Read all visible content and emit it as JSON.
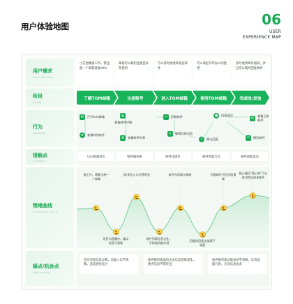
{
  "header": {
    "title": "用户体验地图",
    "page_number": "06",
    "subtitle_line1": "USER",
    "subtitle_line2": "EXPERIENCE MAP"
  },
  "rows": {
    "needs": {
      "label": "用户需求",
      "label_en": "User demand"
    },
    "stages": {
      "label": "阶段",
      "label_en": "Stage"
    },
    "actions": {
      "label": "行为",
      "label_en": "Behavior"
    },
    "touchpoints": {
      "label": "接触点",
      "label_en": "Contact"
    },
    "emotions": {
      "label": "情绪曲线",
      "label_en": "Emotional curve"
    },
    "pains": {
      "label": "痛点/机会点",
      "label_en": "Pain points"
    }
  },
  "needs": [
    "小艾想要换工作，需注册一个邮箱接收offer",
    "邮箱可以顺利注册登录及使用",
    "可以及时接收和发送邮件",
    "可以满足日常办公的使用",
    "及时收到邮件通知，并且可以随时回复邮件"
  ],
  "stages": [
    "了解TOM邮箱",
    "注册账号",
    "进入TOM邮箱",
    "使用TOM邮箱",
    "完成收/发信"
  ],
  "actions": {
    "open_app": "打开tom邮箱",
    "browse_info": "查看其他软件",
    "view_details": "查看邮件详情",
    "view_list": "查看邮件列表",
    "reply": "回复邮件",
    "edit_reply": "编辑回复内容",
    "confirm": "确认回复",
    "reply_success": "回复成功",
    "view_reply": "查看已发邮件",
    "back": "撤回邮件"
  },
  "touchpoints": [
    "tom邮箱首页",
    "收件箱列表",
    "邮件详情页",
    "邮件回复写信",
    "邮件回复成功"
  ],
  "emotions": {
    "top": [
      "换工作，需要注册一个邮箱",
      "收/发信入口位置明显",
      "邮件内容展示清晰",
      "回复邮件写信页面清晰",
      "随心撤回\"随心邮\"可以取消错误收发邮件"
    ],
    "bottom": [
      "首页内容繁杂，重点信息不清晰",
      "收件列表信息过乱，不知道功能作用",
      "回复和回复全部搞不清楚"
    ]
  },
  "pains": [
    "首页内容信息过载，功能入口不清晰，造成视觉压力",
    "收件箱列表类目太多信息层级混乱，重点信息不够突出",
    "收件箱列表功能表述不清晰，信息层级冗余，无效信息太多"
  ],
  "icons": {
    "brand": "#1aaa55",
    "face_color": "#fbd14b"
  }
}
